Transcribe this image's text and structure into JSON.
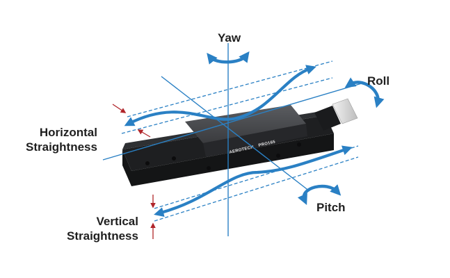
{
  "labels": {
    "yaw": "Yaw",
    "roll": "Roll",
    "pitch": "Pitch",
    "horizontal_straightness": [
      "Horizontal",
      "Straightness"
    ],
    "vertical_straightness": [
      "Vertical",
      "Straightness"
    ]
  },
  "stage": {
    "brand": "AEROTECH",
    "model": "PRO165"
  },
  "colors": {
    "accent_blue": "#2a80c4",
    "arrow_red": "#b0252a",
    "stage_dark": "#1e1f21",
    "stage_top": "#3b3d40",
    "text": "#1f1f1f"
  },
  "icons": [
    "yaw-rotation-arrow",
    "roll-rotation-arrow",
    "pitch-rotation-arrow",
    "straightness-wave-arrow",
    "red-indicator-arrow"
  ]
}
